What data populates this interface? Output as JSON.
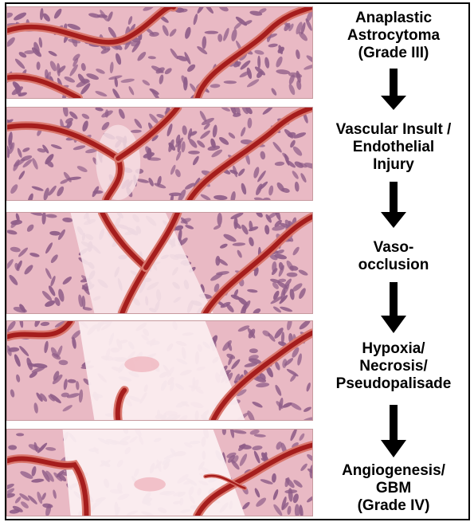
{
  "stages": [
    {
      "lines": [
        "Anaplastic",
        "Astrocytoma",
        "(Grade III)"
      ]
    },
    {
      "lines": [
        "Vascular Insult /",
        "Endothelial",
        "Injury"
      ]
    },
    {
      "lines": [
        "Vaso-",
        "occlusion"
      ]
    },
    {
      "lines": [
        "Hypoxia/",
        "Necrosis/",
        "Pseudopalisade"
      ]
    },
    {
      "lines": [
        "Angiogenesis/",
        "GBM",
        "(Grade IV)"
      ]
    }
  ],
  "colors": {
    "tissue": "#e9b9c4",
    "nucleus": "#8e5c88",
    "vessel": "#a51d1d",
    "vessel_wall": "#d9776e",
    "necrosis": "#fbecef",
    "arrow": "#000000"
  }
}
